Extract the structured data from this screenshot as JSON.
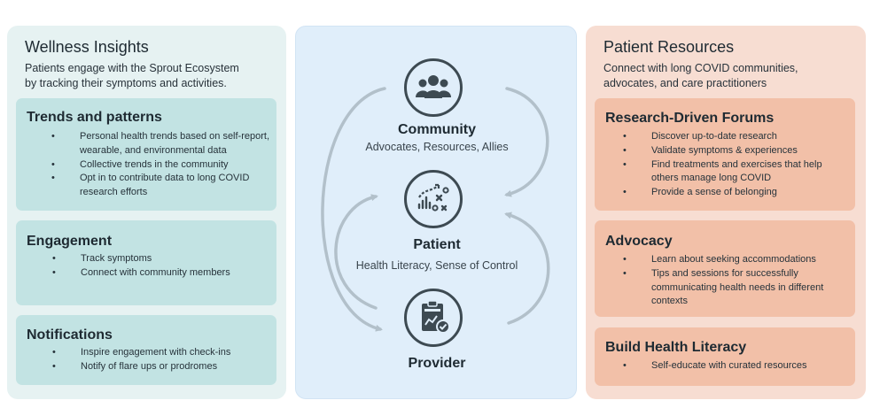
{
  "left": {
    "title": "Wellness Insights",
    "subtitle_lines": [
      "Patients engage with the Sprout Ecosystem",
      "by tracking their symptoms and activities."
    ],
    "cards": [
      {
        "title": "Trends and patterns",
        "items": [
          [
            "Personal health trends based on self-report,",
            "wearable, and environmental data"
          ],
          [
            "Collective trends in the community"
          ],
          [
            "Opt in to contribute data to long COVID",
            "research efforts"
          ]
        ]
      },
      {
        "title": "Engagement",
        "items": [
          [
            "Track symptoms"
          ],
          [
            "Connect with community members"
          ]
        ]
      },
      {
        "title": "Notifications",
        "items": [
          [
            "Inspire engagement with check-ins"
          ],
          [
            "Notify of flare ups or prodromes"
          ]
        ]
      }
    ]
  },
  "center": {
    "community": {
      "title": "Community",
      "subtitle": "Advocates, Resources, Allies",
      "icon": "people-icon"
    },
    "patient": {
      "title": "Patient",
      "subtitle": "Health Literacy, Sense of Control",
      "icon": "strategy-icon"
    },
    "provider": {
      "title": "Provider",
      "subtitle": "",
      "icon": "clipboard-check-icon"
    },
    "colors": {
      "icon": "#3d4a52",
      "arrow": "#b2c0ca"
    }
  },
  "right": {
    "title": "Patient Resources",
    "subtitle_lines": [
      "Connect with long COVID communities,",
      "advocates, and care practitioners"
    ],
    "cards": [
      {
        "title": "Research-Driven Forums",
        "items": [
          [
            "Discover up-to-date research"
          ],
          [
            "Validate symptoms & experiences"
          ],
          [
            "Find treatments and exercises that help",
            "others manage long COVID"
          ],
          [
            "Provide a sense of belonging"
          ]
        ]
      },
      {
        "title": "Advocacy",
        "items": [
          [
            "Learn about seeking accommodations"
          ],
          [
            "Tips and sessions for successfully",
            "communicating health needs in different",
            "contexts"
          ]
        ]
      },
      {
        "title": "Build Health Literacy",
        "items": [
          [
            "Self-educate with curated resources"
          ]
        ]
      }
    ]
  },
  "colors": {
    "left_panel": "#e6f2f2",
    "left_card": "#c2e3e3",
    "center_panel": "#e0eefa",
    "right_panel": "#f7ddd2",
    "right_card": "#f2c0a8"
  }
}
